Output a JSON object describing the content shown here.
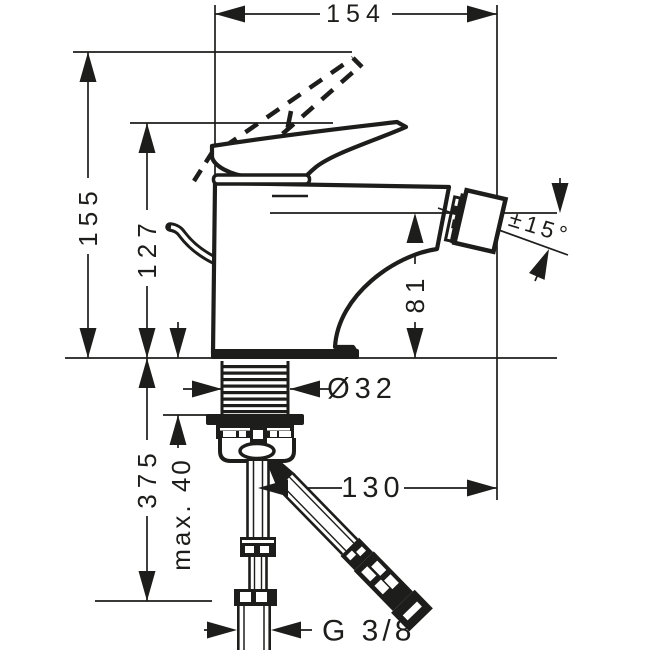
{
  "diagram": {
    "type": "technical-drawing",
    "subject": "single-lever bidet mixer, side elevation with installation dimensions",
    "units": "mm",
    "dimensions": {
      "overall_width": "154",
      "height_open_lever": "155",
      "height_closed_lever": "127",
      "outlet_height": "81",
      "spray_swivel_angle": "±15°",
      "shank_diameter": "Ø32",
      "hose_length_below_deck": "375",
      "max_deck_thickness": "max. 40",
      "outlet_reach": "130",
      "connection_thread": "G 3/8"
    },
    "colors": {
      "line": "#1d1d1b",
      "background": "#ffffff"
    }
  }
}
